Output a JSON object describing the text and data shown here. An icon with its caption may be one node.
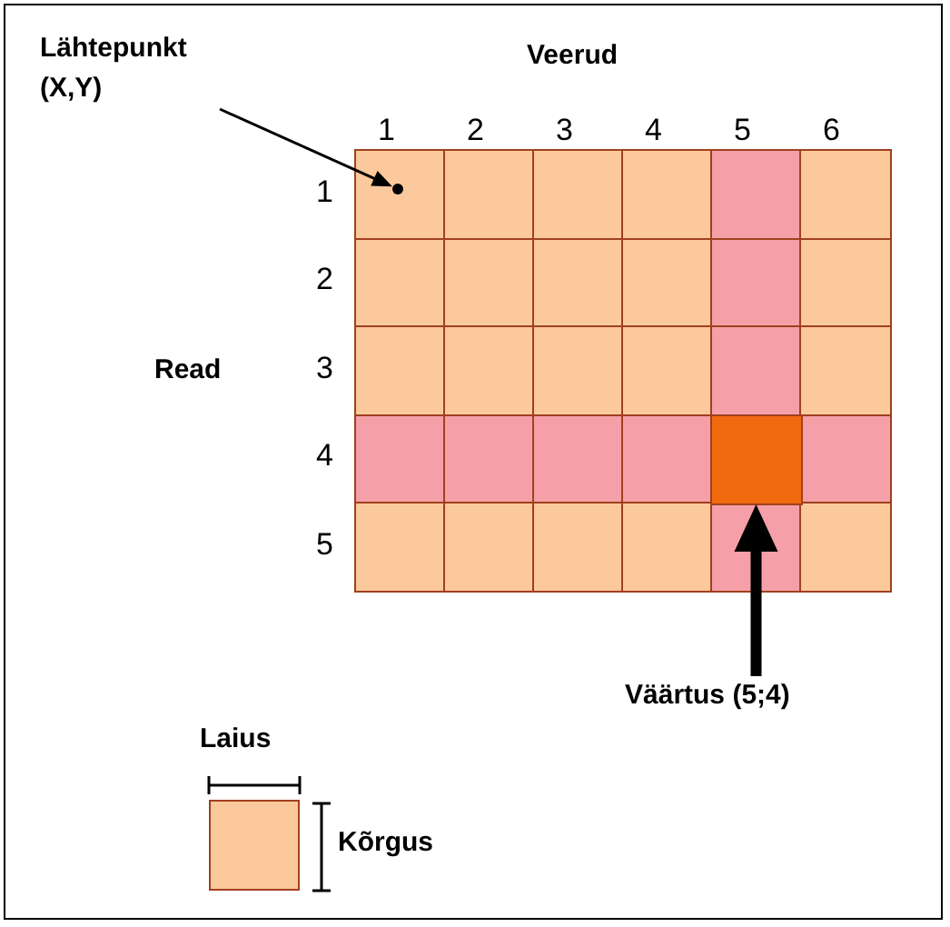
{
  "diagram": {
    "nodes": [
      {
        "text": [
          "Lähtepunkt (X,Y)"
        ]
      },
      {
        "text": [],
        "shape": "circle"
      },
      {
        "text": [
          "Väärtus (5;4)"
        ]
      },
      {
        "text": [],
        "shape": "box"
      }
    ],
    "edges": [
      {
        "from": 0,
        "to": 1,
        "arrow": "to"
      },
      {
        "from": 2,
        "to": 3,
        "arrow": "to",
        "style": "thick"
      }
    ],
    "labels": [
      "Veerud",
      "1",
      "2",
      "3",
      "4",
      "5",
      "6",
      "1",
      "2",
      "Read",
      "3",
      "4",
      "5",
      "Laius",
      "Kõrgus"
    ]
  }
}
